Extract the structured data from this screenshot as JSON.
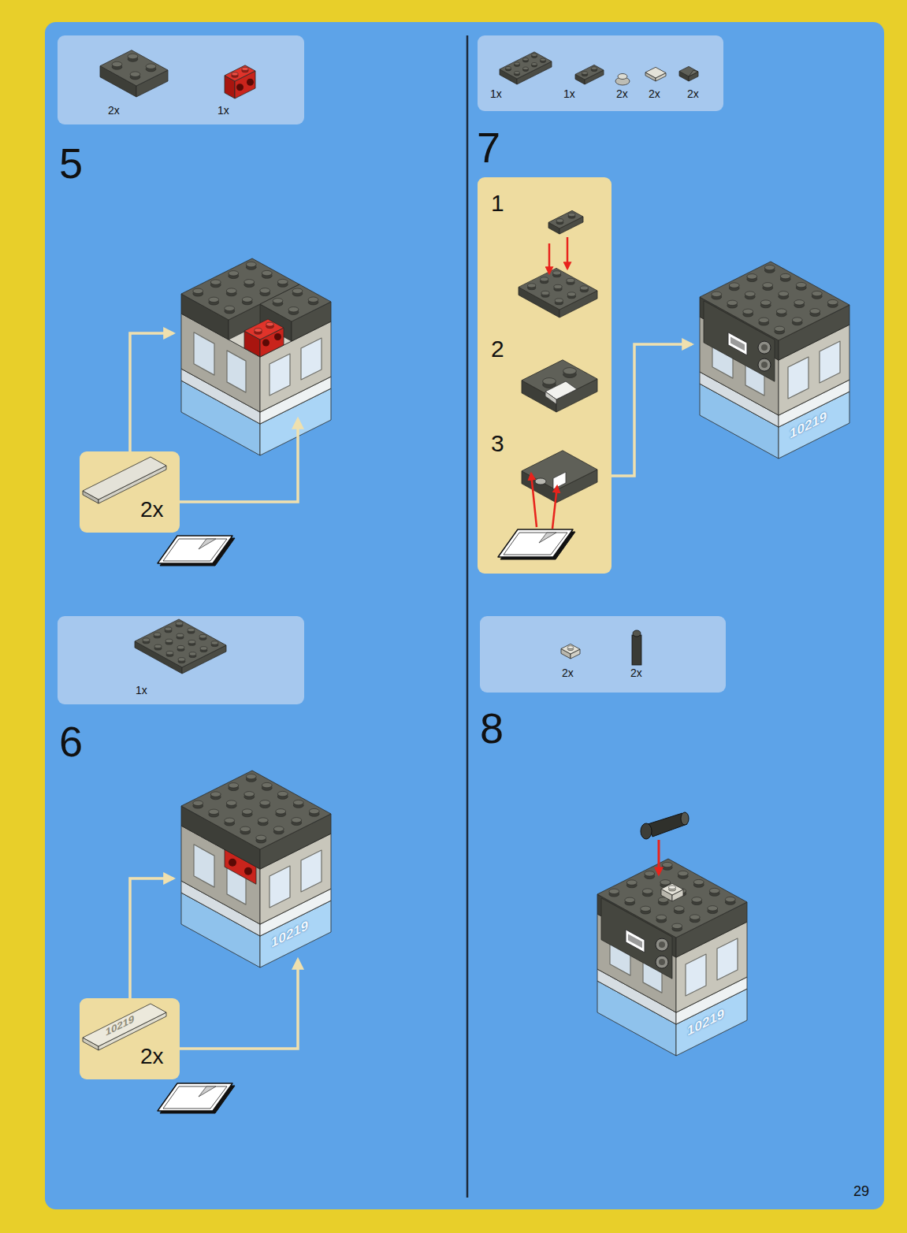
{
  "diagram": {
    "nodes": [
      {
        "text": [
          "2x",
          "1x"
        ]
      },
      {
        "text": [
          "2x"
        ]
      },
      {
        "text": [
          "1x"
        ]
      },
      {
        "text": [
          "2x"
        ]
      },
      {
        "text": [
          "1x",
          "1x",
          "2x",
          "2x",
          "2x"
        ]
      },
      {
        "text": [
          "1",
          "2",
          "3"
        ]
      },
      {
        "text": [
          "2x",
          "2x"
        ]
      }
    ],
    "labels": [
      "5",
      "6",
      "10219",
      "10219",
      "7",
      "10219",
      "8",
      "10219",
      "29"
    ]
  }
}
